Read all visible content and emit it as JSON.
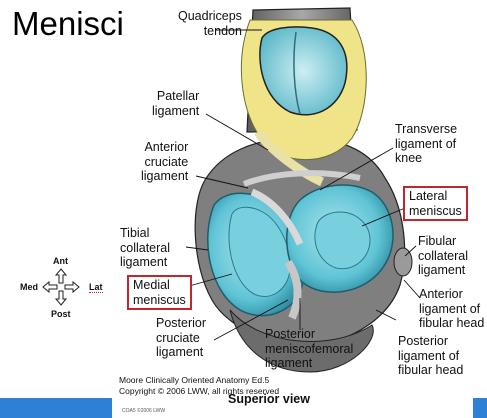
{
  "title": "Menisci",
  "labels": {
    "quadriceps_tendon": "Quadriceps\ntendon",
    "patellar_ligament": "Patellar\nligament",
    "anterior_cruciate": "Anterior\ncruciate\nligament",
    "tibial_collateral": "Tibial\ncollateral\nligament",
    "medial_meniscus": "Medial\nmeniscus",
    "posterior_cruciate": "Posterior\ncruciate\nligament",
    "posterior_meniscofemoral": "Posterior\nmeniscofemoral\nligament",
    "transverse_ligament": "Transverse\nligament of\nknee",
    "lateral_meniscus": "Lateral\nmeniscus",
    "fibular_collateral": "Fibular\ncollateral\nligament",
    "anterior_fibular_head": "Anterior\nligament of\nfibular head",
    "posterior_fibular_head": "Posterior\nligament of\nfibular head"
  },
  "orientation": {
    "ant": "Ant",
    "post": "Post",
    "med": "Med",
    "lat": "Lat"
  },
  "credit": "Moore Clinically Oriented Anatomy Ed.5\nCopyright © 2006 LWW, all rights reserved",
  "view_label": "Superior view",
  "figure_tag": "COA5 ©2006 LWW",
  "colors": {
    "meniscus_blue": "#5fc4d6",
    "tendon_yellow": "#efe487",
    "bone_gray": "#8a8a8a",
    "box_red": "#c0272d",
    "bar_blue": "#2e7fd6"
  }
}
